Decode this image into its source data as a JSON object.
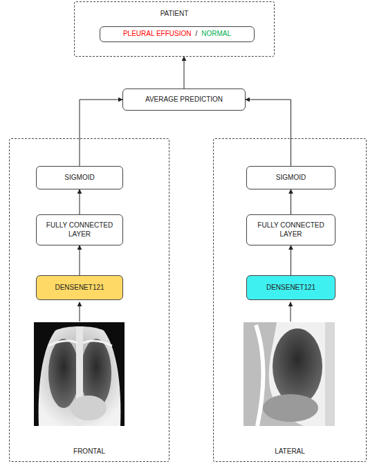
{
  "diagram": {
    "nodes": [
      {
        "text": [
          "PATIENT"
        ]
      },
      {
        "text": [
          "PLEURAL EFFUSION",
          "/",
          "NORMAL"
        ],
        "in": 0
      },
      {
        "text": [
          "AVERAGE PREDICTION"
        ]
      },
      {
        "text": [
          "FRONTAL"
        ]
      },
      {
        "text": [
          "SIGMOID"
        ],
        "in": 3
      },
      {
        "text": [
          "FULLY CONNECTED LAYER"
        ],
        "in": 3
      },
      {
        "text": [
          "DENSENET121"
        ],
        "in": 3
      },
      {
        "text": [
          "LATERAL"
        ]
      },
      {
        "text": [
          "SIGMOID"
        ],
        "in": 7
      },
      {
        "text": [
          "FULLY CONNECTED LAYER"
        ],
        "in": 7
      },
      {
        "text": [
          "DENSENET121"
        ],
        "in": 7
      }
    ],
    "edges": [
      {
        "from": 2,
        "to": 0,
        "arrow": "to"
      },
      {
        "from": 4,
        "to": 2,
        "arrow": "to"
      },
      {
        "from": 8,
        "to": 2,
        "arrow": "to"
      },
      {
        "from": 5,
        "to": 4,
        "arrow": "to"
      },
      {
        "from": 6,
        "to": 5,
        "arrow": "to"
      },
      {
        "from": 9,
        "to": 8,
        "arrow": "to"
      },
      {
        "from": 10,
        "to": 9,
        "arrow": "to"
      }
    ]
  }
}
